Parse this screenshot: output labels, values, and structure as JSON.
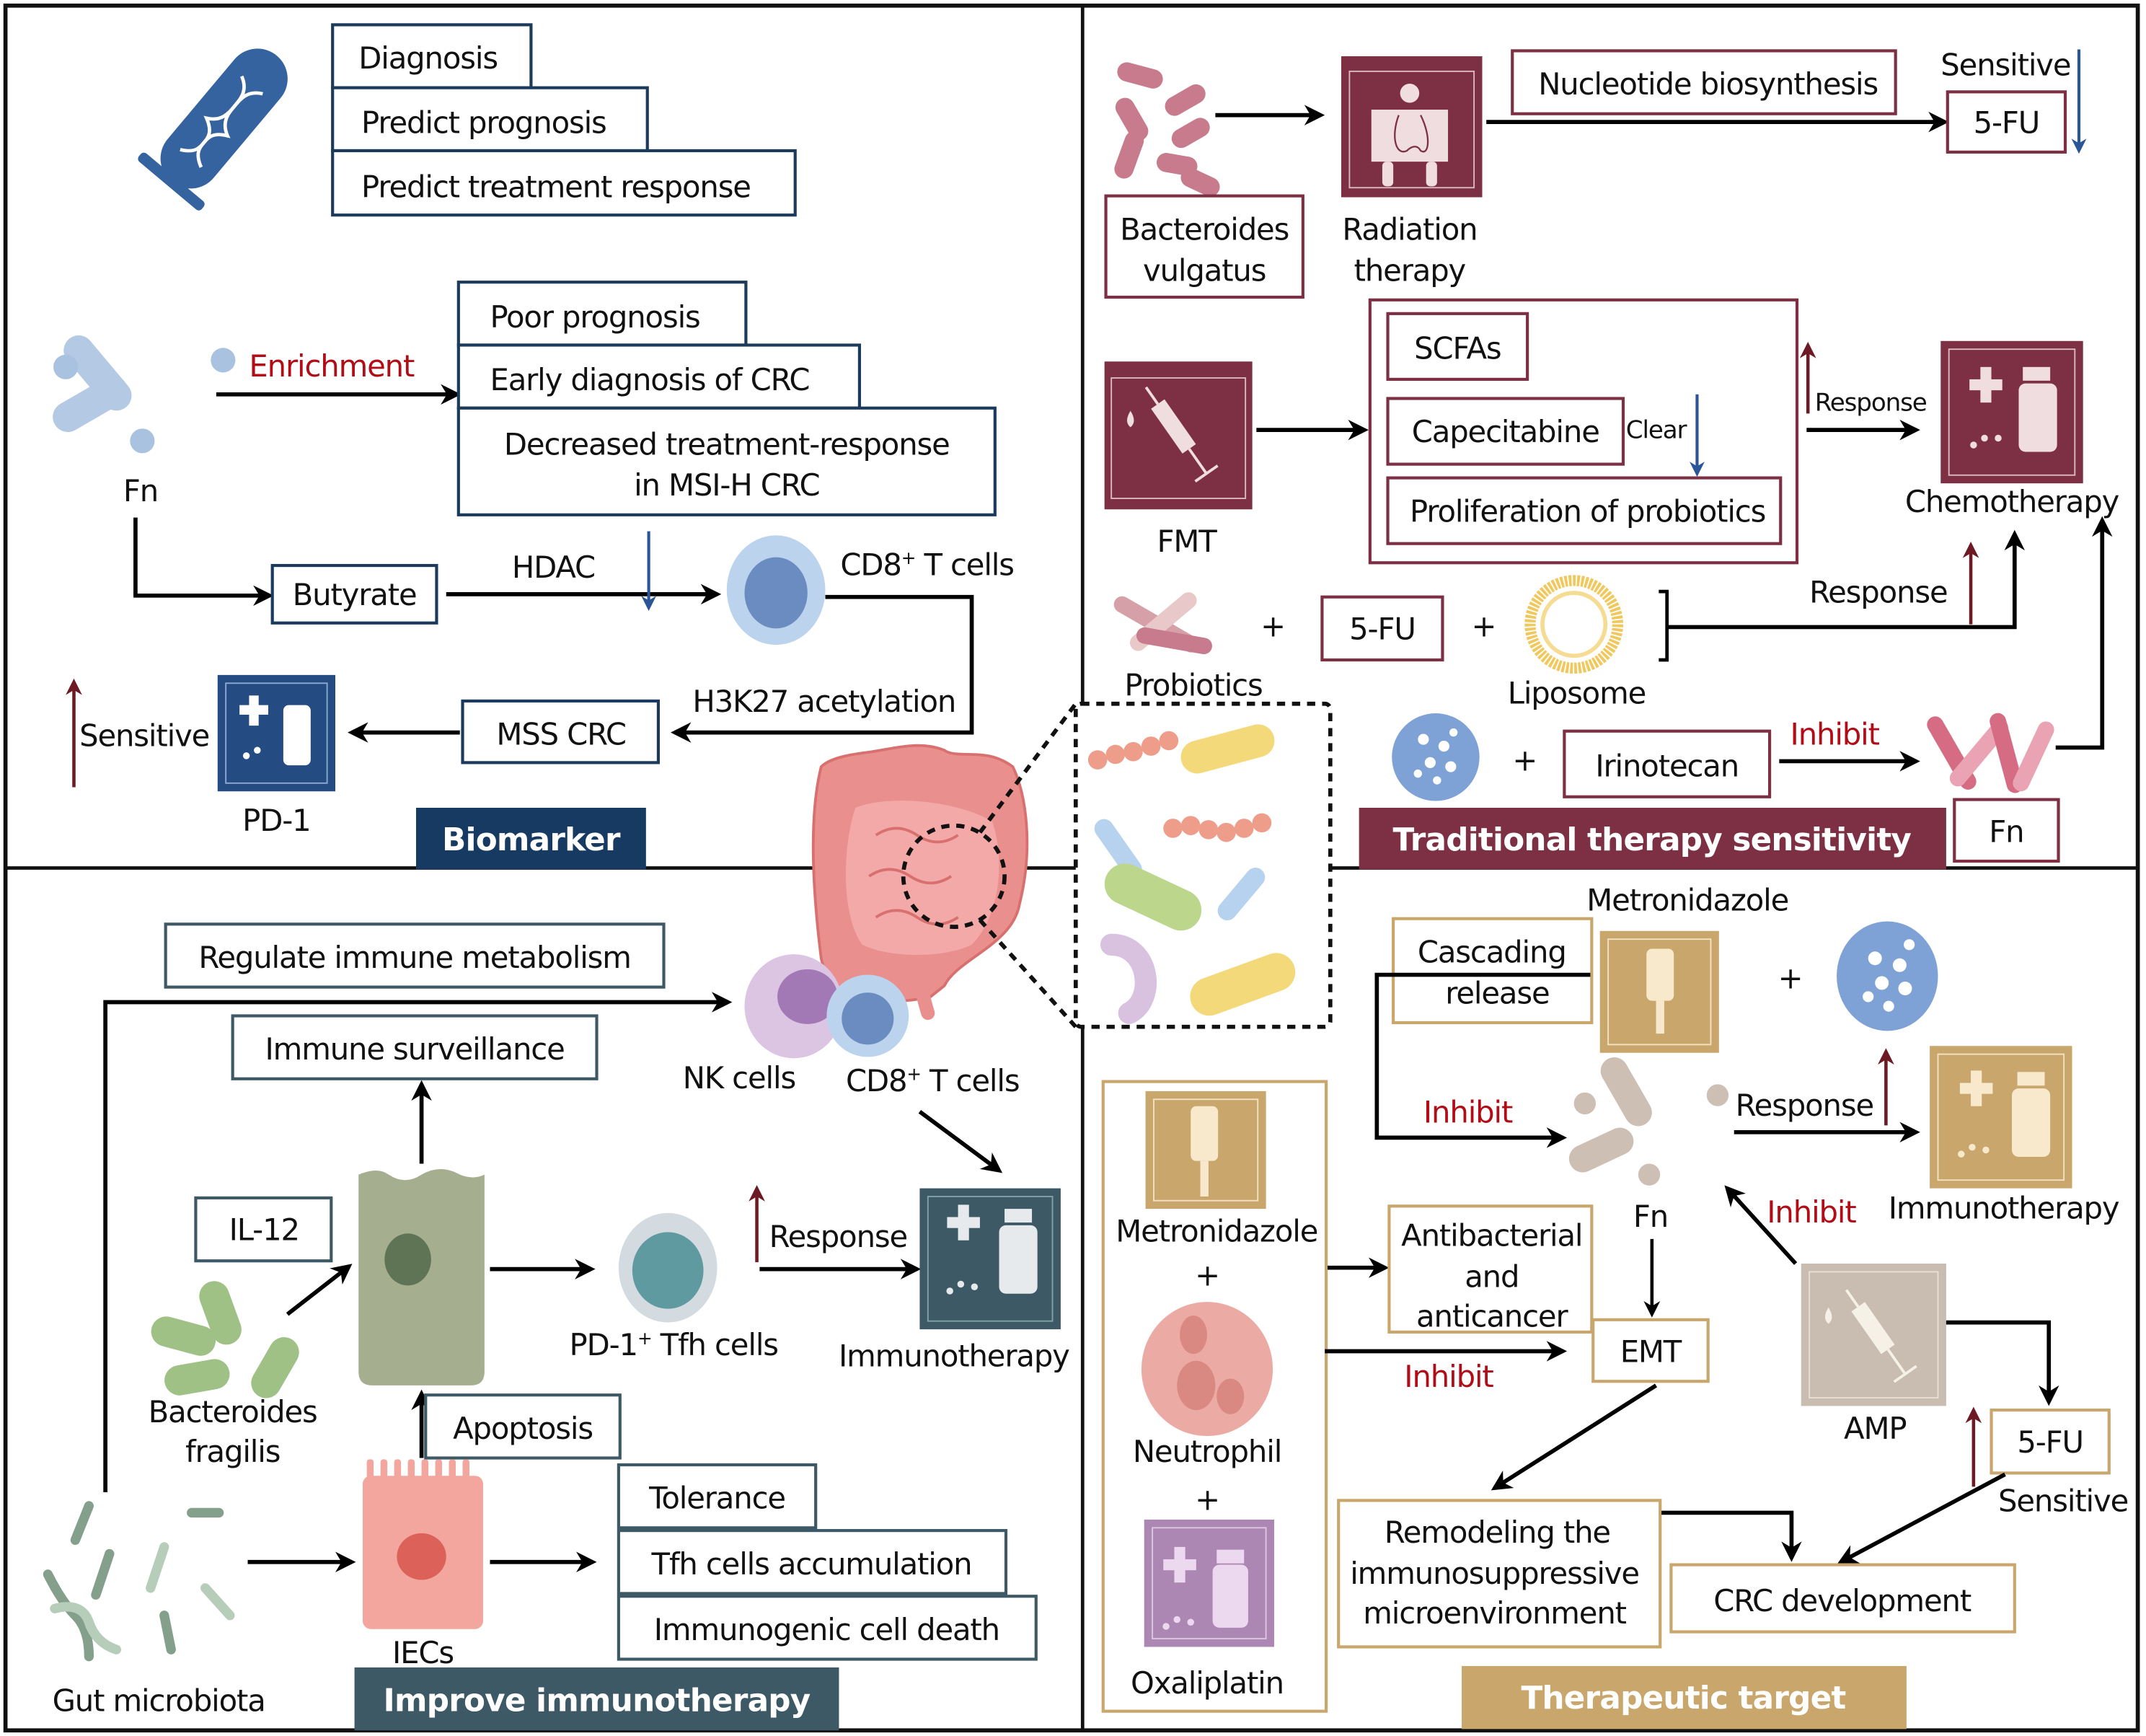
{
  "colors": {
    "biomarker": "#173a62",
    "traditional": "#7d3043",
    "immuno": "#3e5966",
    "therapeutic": "#c9a66b",
    "inhibit_text": "#b00d17",
    "up_arrow": "#6e1a24",
    "down_arrow": "#2a5597"
  },
  "section_labels": {
    "biomarker": "Biomarker",
    "traditional": "Traditional therapy sensitivity",
    "immunotherapy": "Improve immunotherapy",
    "therapeutic": "Therapeutic target"
  },
  "biomarker": {
    "uses": [
      "Diagnosis",
      "Predict prognosis",
      "Predict treatment response"
    ],
    "fn_label": "Fn",
    "enrichment": "Enrichment",
    "outcomes": [
      "Poor prognosis",
      "Early diagnosis of CRC",
      "Decreased treatment-response",
      "in MSI-H CRC"
    ],
    "butyrate": "Butyrate",
    "hdac": "HDAC",
    "cd8": "CD8",
    "cd8_sup": "+",
    "cd8_suffix": " T cells",
    "h3k27": "H3K27 acetylation",
    "mss": "MSS CRC",
    "sensitive": "Sensitive",
    "pd1": "PD-1"
  },
  "traditional": {
    "bv_line1": "Bacteroides",
    "bv_line2": "vulgatus",
    "rt_line1": "Radiation",
    "rt_line2": "therapy",
    "nucleotide": "Nucleotide biosynthesis",
    "sensitive": "Sensitive",
    "fu": "5-FU",
    "fmt": "FMT",
    "scfas": "SCFAs",
    "capecitabine": "Capecitabine",
    "clear": "Clear",
    "proliferation": "Proliferation of probiotics",
    "response": "Response",
    "chemotherapy": "Chemotherapy",
    "probiotics": "Probiotics",
    "plus": "+",
    "liposome": "Liposome",
    "irinotecan": "Irinotecan",
    "inhibit": "Inhibit",
    "fn": "Fn"
  },
  "immunotherapy": {
    "regulate": "Regulate immune metabolism",
    "surveillance": "Immune surveillance",
    "nk": "NK cells",
    "cd8": "CD8",
    "cd8_sup": "+",
    "cd8_suffix": " T cells",
    "il12": "IL-12",
    "bf_line1": "Bacteroides",
    "bf_line2": "fragilis",
    "tfh": "PD-1",
    "tfh_sup": "+",
    "tfh_suffix": " Tfh cells",
    "response": "Response",
    "immunotherapy": "Immunotherapy",
    "apoptosis": "Apoptosis",
    "iecs": "IECs",
    "gut": "Gut microbiota",
    "effects": [
      "Tolerance",
      "Tfh cells accumulation",
      "Immunogenic cell death"
    ]
  },
  "therapeutic": {
    "metronidazole_top": "Metronidazole",
    "cascading1": "Cascading",
    "cascading2": "release",
    "plus": "+",
    "inhibit": "Inhibit",
    "response": "Response",
    "fn": "Fn",
    "immunotherapy": "Immunotherapy",
    "metronidazole": "Metronidazole",
    "neutrophil": "Neutrophil",
    "oxaliplatin": "Oxaliplatin",
    "anti1": "Antibacterial",
    "anti2": "and",
    "anti3": "anticancer",
    "emt": "EMT",
    "amp": "AMP",
    "fu": "5-FU",
    "sensitive": "Sensitive",
    "remodel1": "Remodeling the",
    "remodel2": "immunosuppressive",
    "remodel3": "microenvironment",
    "crc": "CRC development"
  }
}
